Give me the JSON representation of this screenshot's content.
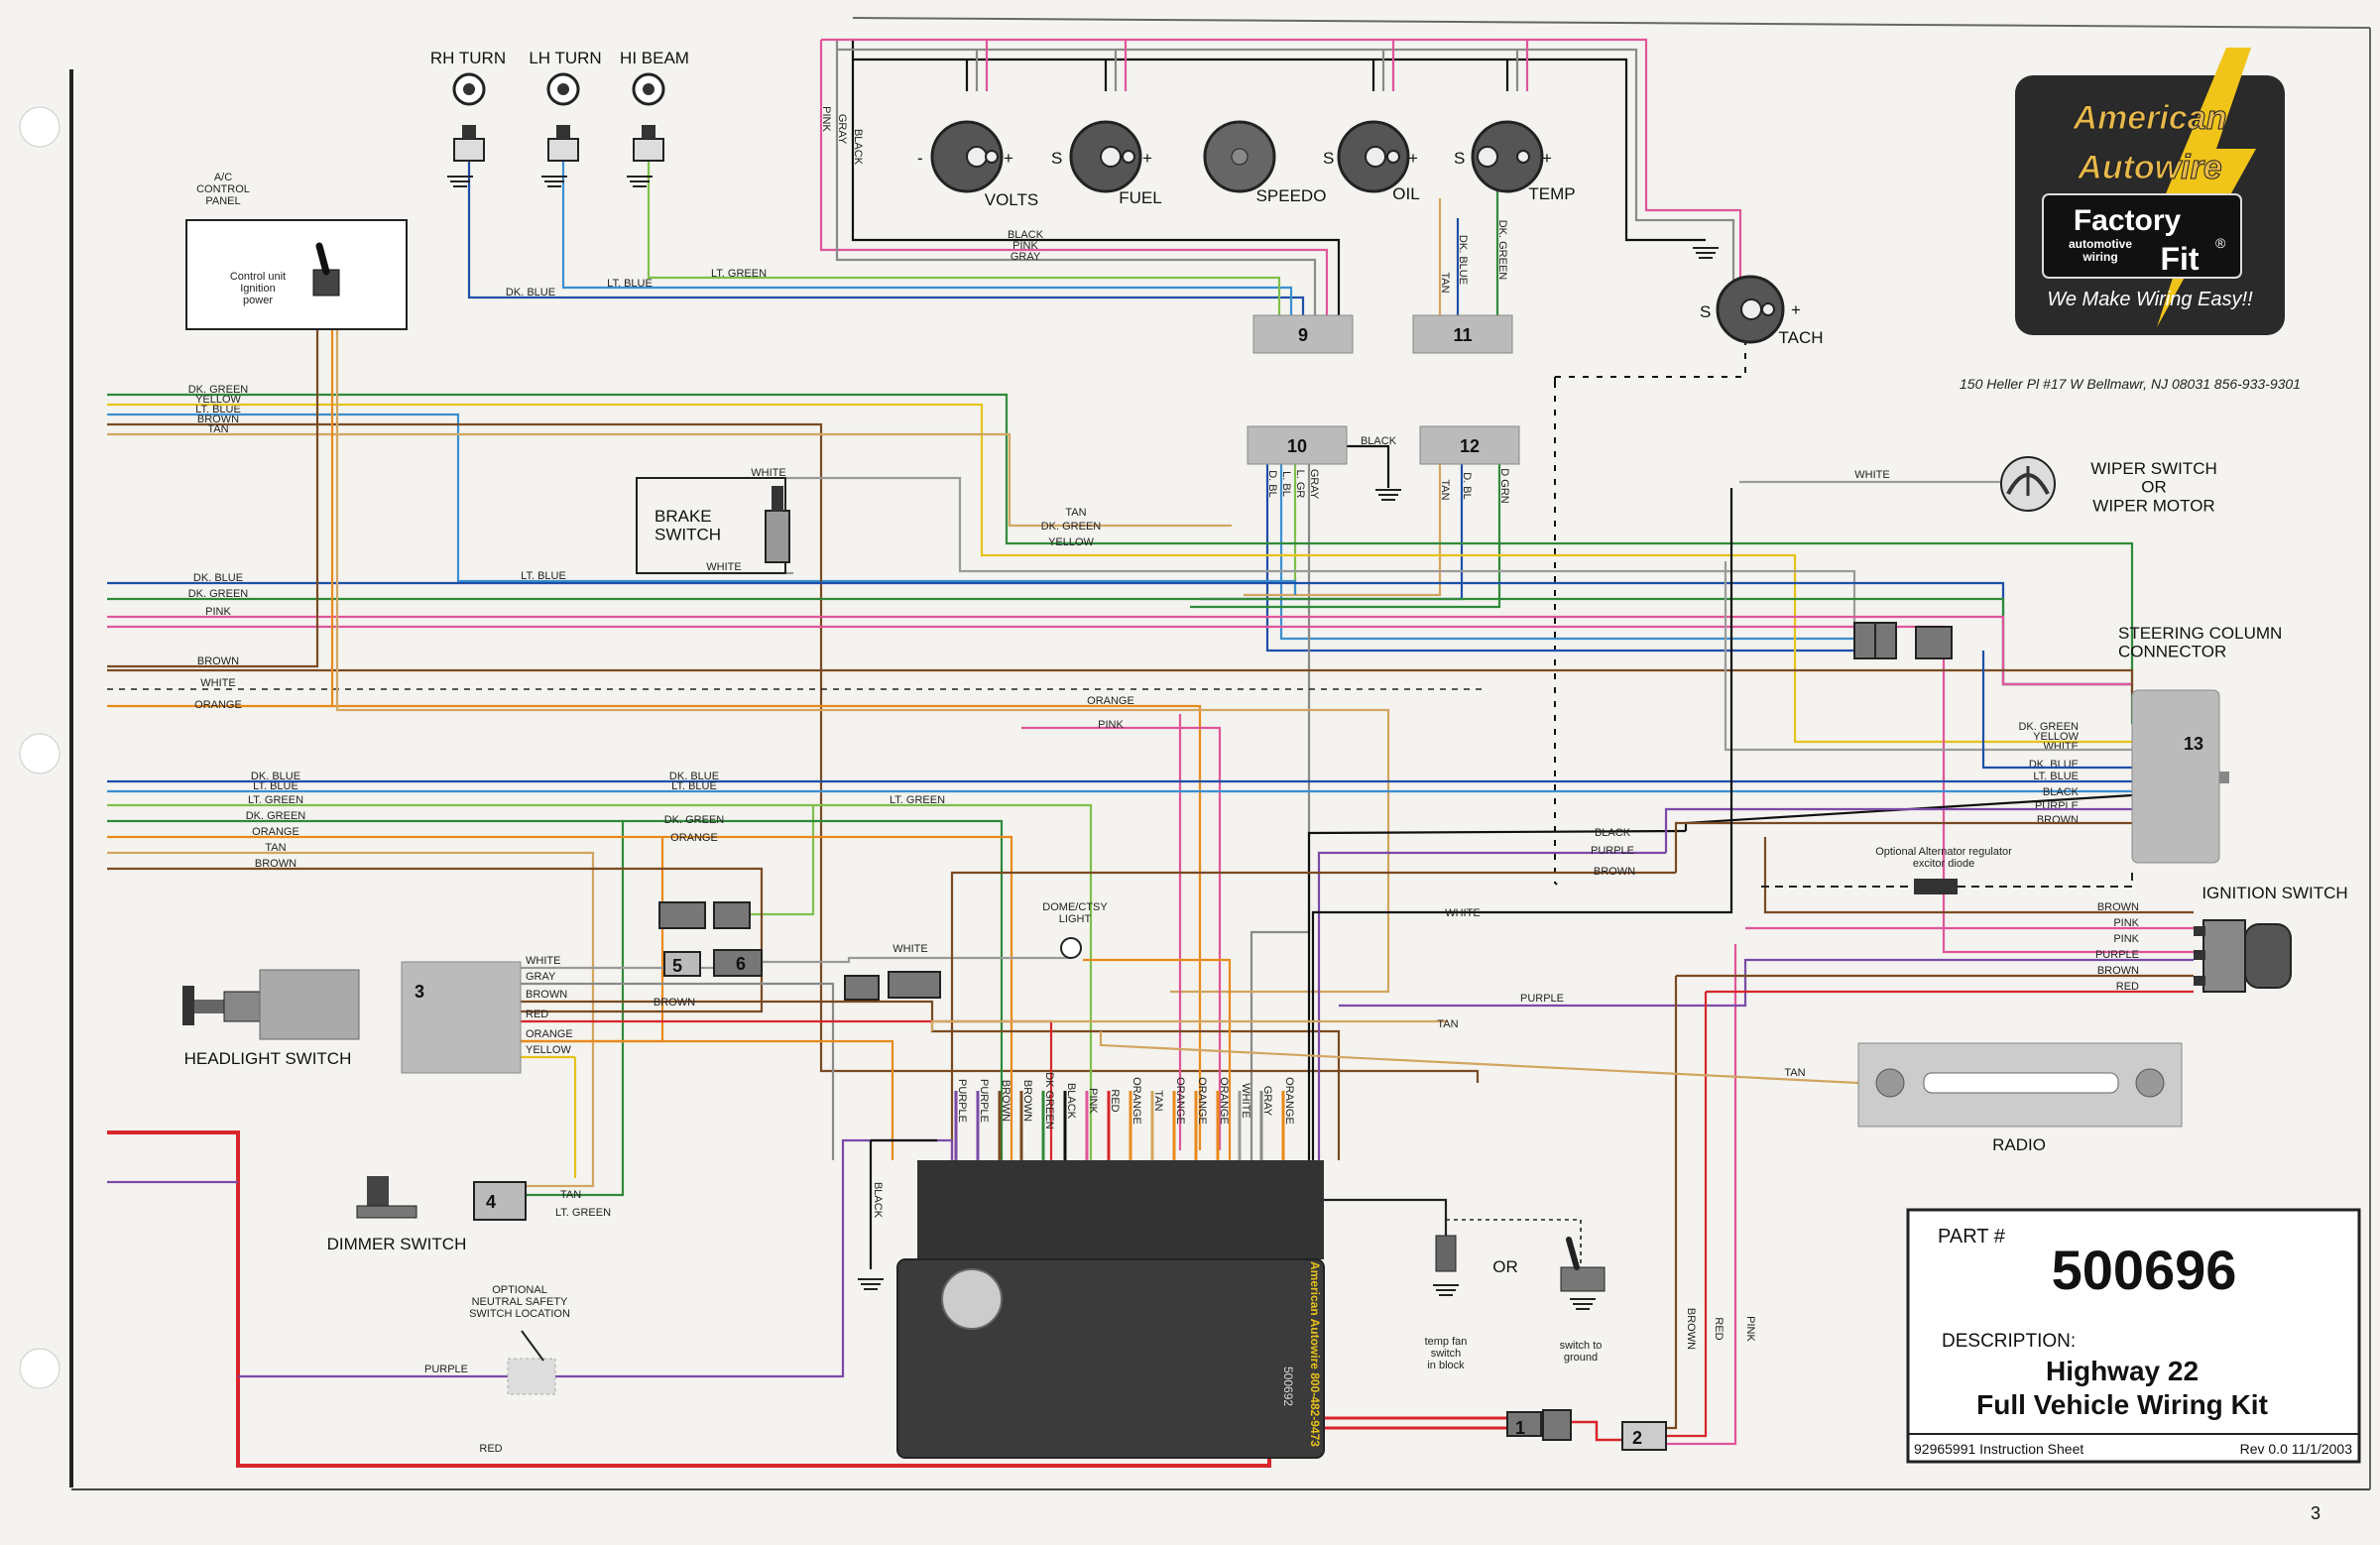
{
  "gauges": {
    "volts": "VOLTS",
    "fuel": "FUEL",
    "speedo": "SPEEDO",
    "oil": "OIL",
    "temp": "TEMP",
    "tach": "TACH",
    "s": "S",
    "plus": "+",
    "minus": "-"
  },
  "indicators": {
    "rh_turn": "RH TURN",
    "lh_turn": "LH TURN",
    "hi_beam": "HI BEAM"
  },
  "ac": {
    "title": "A/C\nCONTROL\nPANEL",
    "unit": "Control unit\nIgnition\npower"
  },
  "logo": {
    "line1": "American",
    "line2": "Autowire",
    "factory": "Factory",
    "fit": "Fit",
    "sub": "automotive\nwiring",
    "reg": "®",
    "tagline": "We Make Wiring Easy!!"
  },
  "address": "150 Heller Pl #17 W   Bellmawr, NJ  08031    856-933-9301",
  "connectors": {
    "c1": "1",
    "c2": "2",
    "c3": "3",
    "c4": "4",
    "c5": "5",
    "c6": "6",
    "c9": "9",
    "c10": "10",
    "c11": "11",
    "c12": "12",
    "c13": "13"
  },
  "components": {
    "brake_switch": "BRAKE\nSWITCH",
    "wiper": "WIPER SWITCH\nOR\nWIPER MOTOR",
    "steering": "STEERING COLUMN\nCONNECTOR",
    "ignition": "IGNITION SWITCH",
    "headlight": "HEADLIGHT SWITCH",
    "dimmer": "DIMMER SWITCH",
    "radio": "RADIO",
    "dome": "DOME/CTSY\nLIGHT",
    "neutral": "OPTIONAL\nNEUTRAL SAFETY\nSWITCH LOCATION",
    "alt_diode": "Optional Alternator regulator\nexcitor diode",
    "temp_fan": "temp fan\nswitch\nin block",
    "switch_ground": "switch to\nground",
    "or": "OR",
    "fuse_brand": "American Autowire  800-482-9473",
    "fuse_part": "500692"
  },
  "part": {
    "label": "PART #",
    "number": "500696",
    "desc_label": "DESCRIPTION:",
    "desc1": "Highway 22",
    "desc2": "Full Vehicle Wiring Kit",
    "sheet": "92965991 Instruction Sheet",
    "rev": "Rev  0.0   11/1/2003"
  },
  "page_number": "3",
  "wire_colors": {
    "DK. GREEN": "#2f8a3a",
    "LT. GREEN": "#7fbf4a",
    "YELLOW": "#e6c21a",
    "LT. BLUE": "#3a8fd0",
    "DK. BLUE": "#1e4fa8",
    "BROWN": "#7a4a22",
    "TAN": "#d2a560",
    "WHITE": "#9a9a9a",
    "ORANGE": "#e88a1c",
    "PINK": "#e0559a",
    "PURPLE": "#7b4aa8",
    "RED": "#d8262b",
    "BLACK": "#111111",
    "GRAY": "#8a8a8a"
  },
  "left_bundle_top": [
    "DK. GREEN",
    "YELLOW",
    "LT. BLUE",
    "BROWN",
    "TAN"
  ],
  "left_bundle_mid": [
    "DK. BLUE",
    "DK. GREEN",
    "PINK"
  ],
  "left_bundle_low": [
    "BROWN",
    "WHITE",
    "ORANGE"
  ],
  "left_bundle_bottom": [
    "DK. BLUE",
    "LT. BLUE",
    "LT. GREEN",
    "DK. GREEN",
    "ORANGE",
    "TAN",
    "BROWN"
  ],
  "steering_wires": [
    "DK. GREEN",
    "YELLOW",
    "WHITE",
    "DK. BLUE",
    "LT. BLUE",
    "BLACK",
    "PURPLE",
    "BROWN"
  ],
  "ignition_wires": [
    "BROWN",
    "PINK",
    "PINK",
    "PURPLE",
    "BROWN",
    "RED"
  ],
  "headlight_wires": [
    "WHITE",
    "GRAY",
    "BROWN",
    "RED",
    "ORANGE",
    "YELLOW"
  ],
  "fuse_top_wires": [
    "PURPLE",
    "PURPLE",
    "BROWN",
    "BROWN",
    "DK GREEN",
    "BLACK",
    "PINK",
    "RED",
    "ORANGE",
    "TAN",
    "ORANGE",
    "ORANGE",
    "ORANGE",
    "WHITE",
    "GRAY",
    "ORANGE"
  ],
  "wire_labels": {
    "dk_green": "DK. GREEN",
    "lt_green": "LT. GREEN",
    "yellow": "YELLOW",
    "lt_blue": "LT. BLUE",
    "dk_blue": "DK. BLUE",
    "brown": "BROWN",
    "tan": "TAN",
    "white": "WHITE",
    "orange": "ORANGE",
    "pink": "PINK",
    "purple": "PURPLE",
    "red": "RED",
    "black": "BLACK",
    "gray": "GRAY",
    "d_bl": "D. BL",
    "l_bl": "L. BL",
    "l_gr": "L. GR",
    "d_grn": "D GRN",
    "dk_blue_v": "DK. BLUE"
  }
}
